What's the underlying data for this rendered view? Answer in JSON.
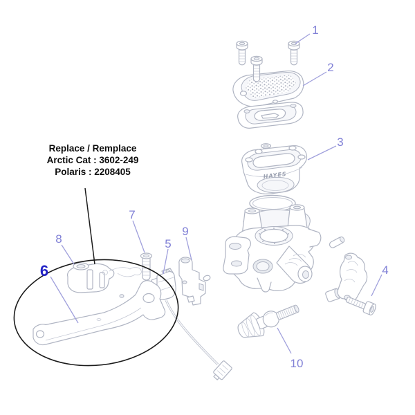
{
  "colors": {
    "background": "#ffffff",
    "callout": "#8080d6",
    "callout_emphasis": "#2424c6",
    "leader": "#a0a0dc",
    "annotation": "#1c1c1c",
    "part_line": "#b0b5c3"
  },
  "note_box": {
    "line1": "Replace / Remplace",
    "line2": "Arctic Cat : 3602-249",
    "line3": "Polaris : 2208405"
  },
  "reservoir_brand": "HAYES",
  "callouts": {
    "c1": "1",
    "c2": "2",
    "c3": "3",
    "c4": "4",
    "c5": "5",
    "c6": "6",
    "c7": "7",
    "c8": "8",
    "c9": "9",
    "c10": "10"
  }
}
